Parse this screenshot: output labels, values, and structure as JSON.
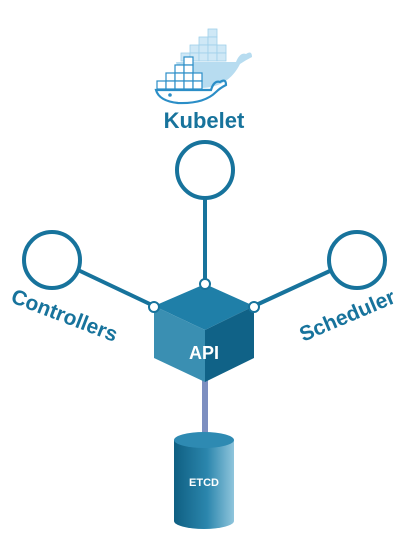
{
  "labels": {
    "kubelet": "Kubelet",
    "controllers": "Controllers",
    "scheduler": "Scheduler",
    "api": "API",
    "etcd": "ETCD"
  },
  "colors": {
    "primary": "#17739c",
    "cube_top": "#1f7fa8",
    "cube_left": "#3a8fb2",
    "cube_right": "#106287",
    "etcd_link": "#7d8fc0",
    "docker_dark": "#2b8ec7",
    "docker_light": "#b7dcf0"
  },
  "icons": {
    "logo": "docker-whale-icon"
  }
}
